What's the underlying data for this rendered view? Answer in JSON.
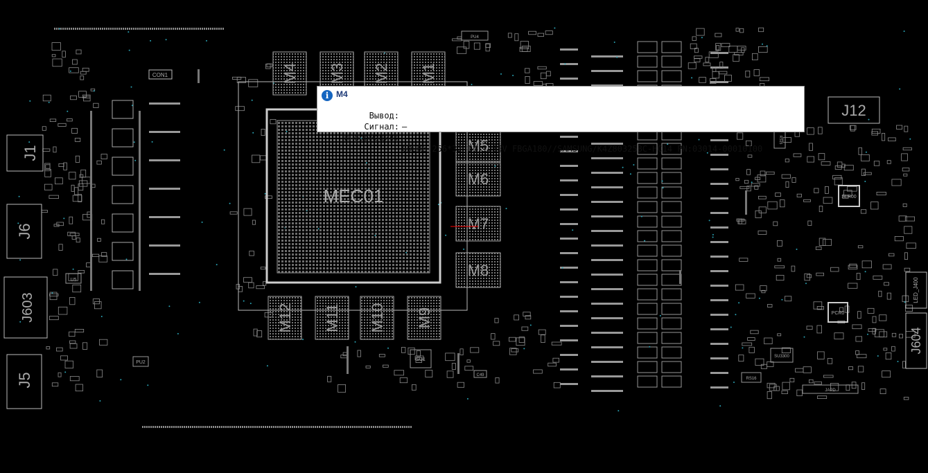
{
  "board": {
    "main_chip": "MEC01",
    "memory_chips": [
      "M4",
      "M3",
      "M2",
      "M1",
      "M5",
      "M6",
      "M7",
      "M8",
      "M12",
      "M11",
      "M10",
      "M9"
    ],
    "connectors": [
      "J1",
      "J6",
      "J603",
      "J5",
      "J12",
      "J604",
      "CON1",
      "LED_J400"
    ],
    "small_labels": [
      "U5",
      "PU2",
      "SU1",
      "SLR00",
      "PCR0",
      "RS15",
      "SU3300",
      "RS16",
      "C49",
      "PU4",
      "JAPD"
    ]
  },
  "tooltip": {
    "icon": "info-icon",
    "title": "M4",
    "rows": [
      {
        "label": "Вывод:",
        "value": "—"
      },
      {
        "label": "Сигнал:",
        "value": "—"
      },
      {
        "label": "Информация:",
        "value": "GDDR6 256*32 14 1.35V FBGA180//SAMSUNG/K4Z80325BC-HC14 PN:03014-00010100"
      }
    ]
  },
  "colors": {
    "background": "#000000",
    "outline": "#c8c8c8",
    "accent": "#1565c0",
    "highlight": "#ff0000",
    "via": "#2aa3b5"
  }
}
